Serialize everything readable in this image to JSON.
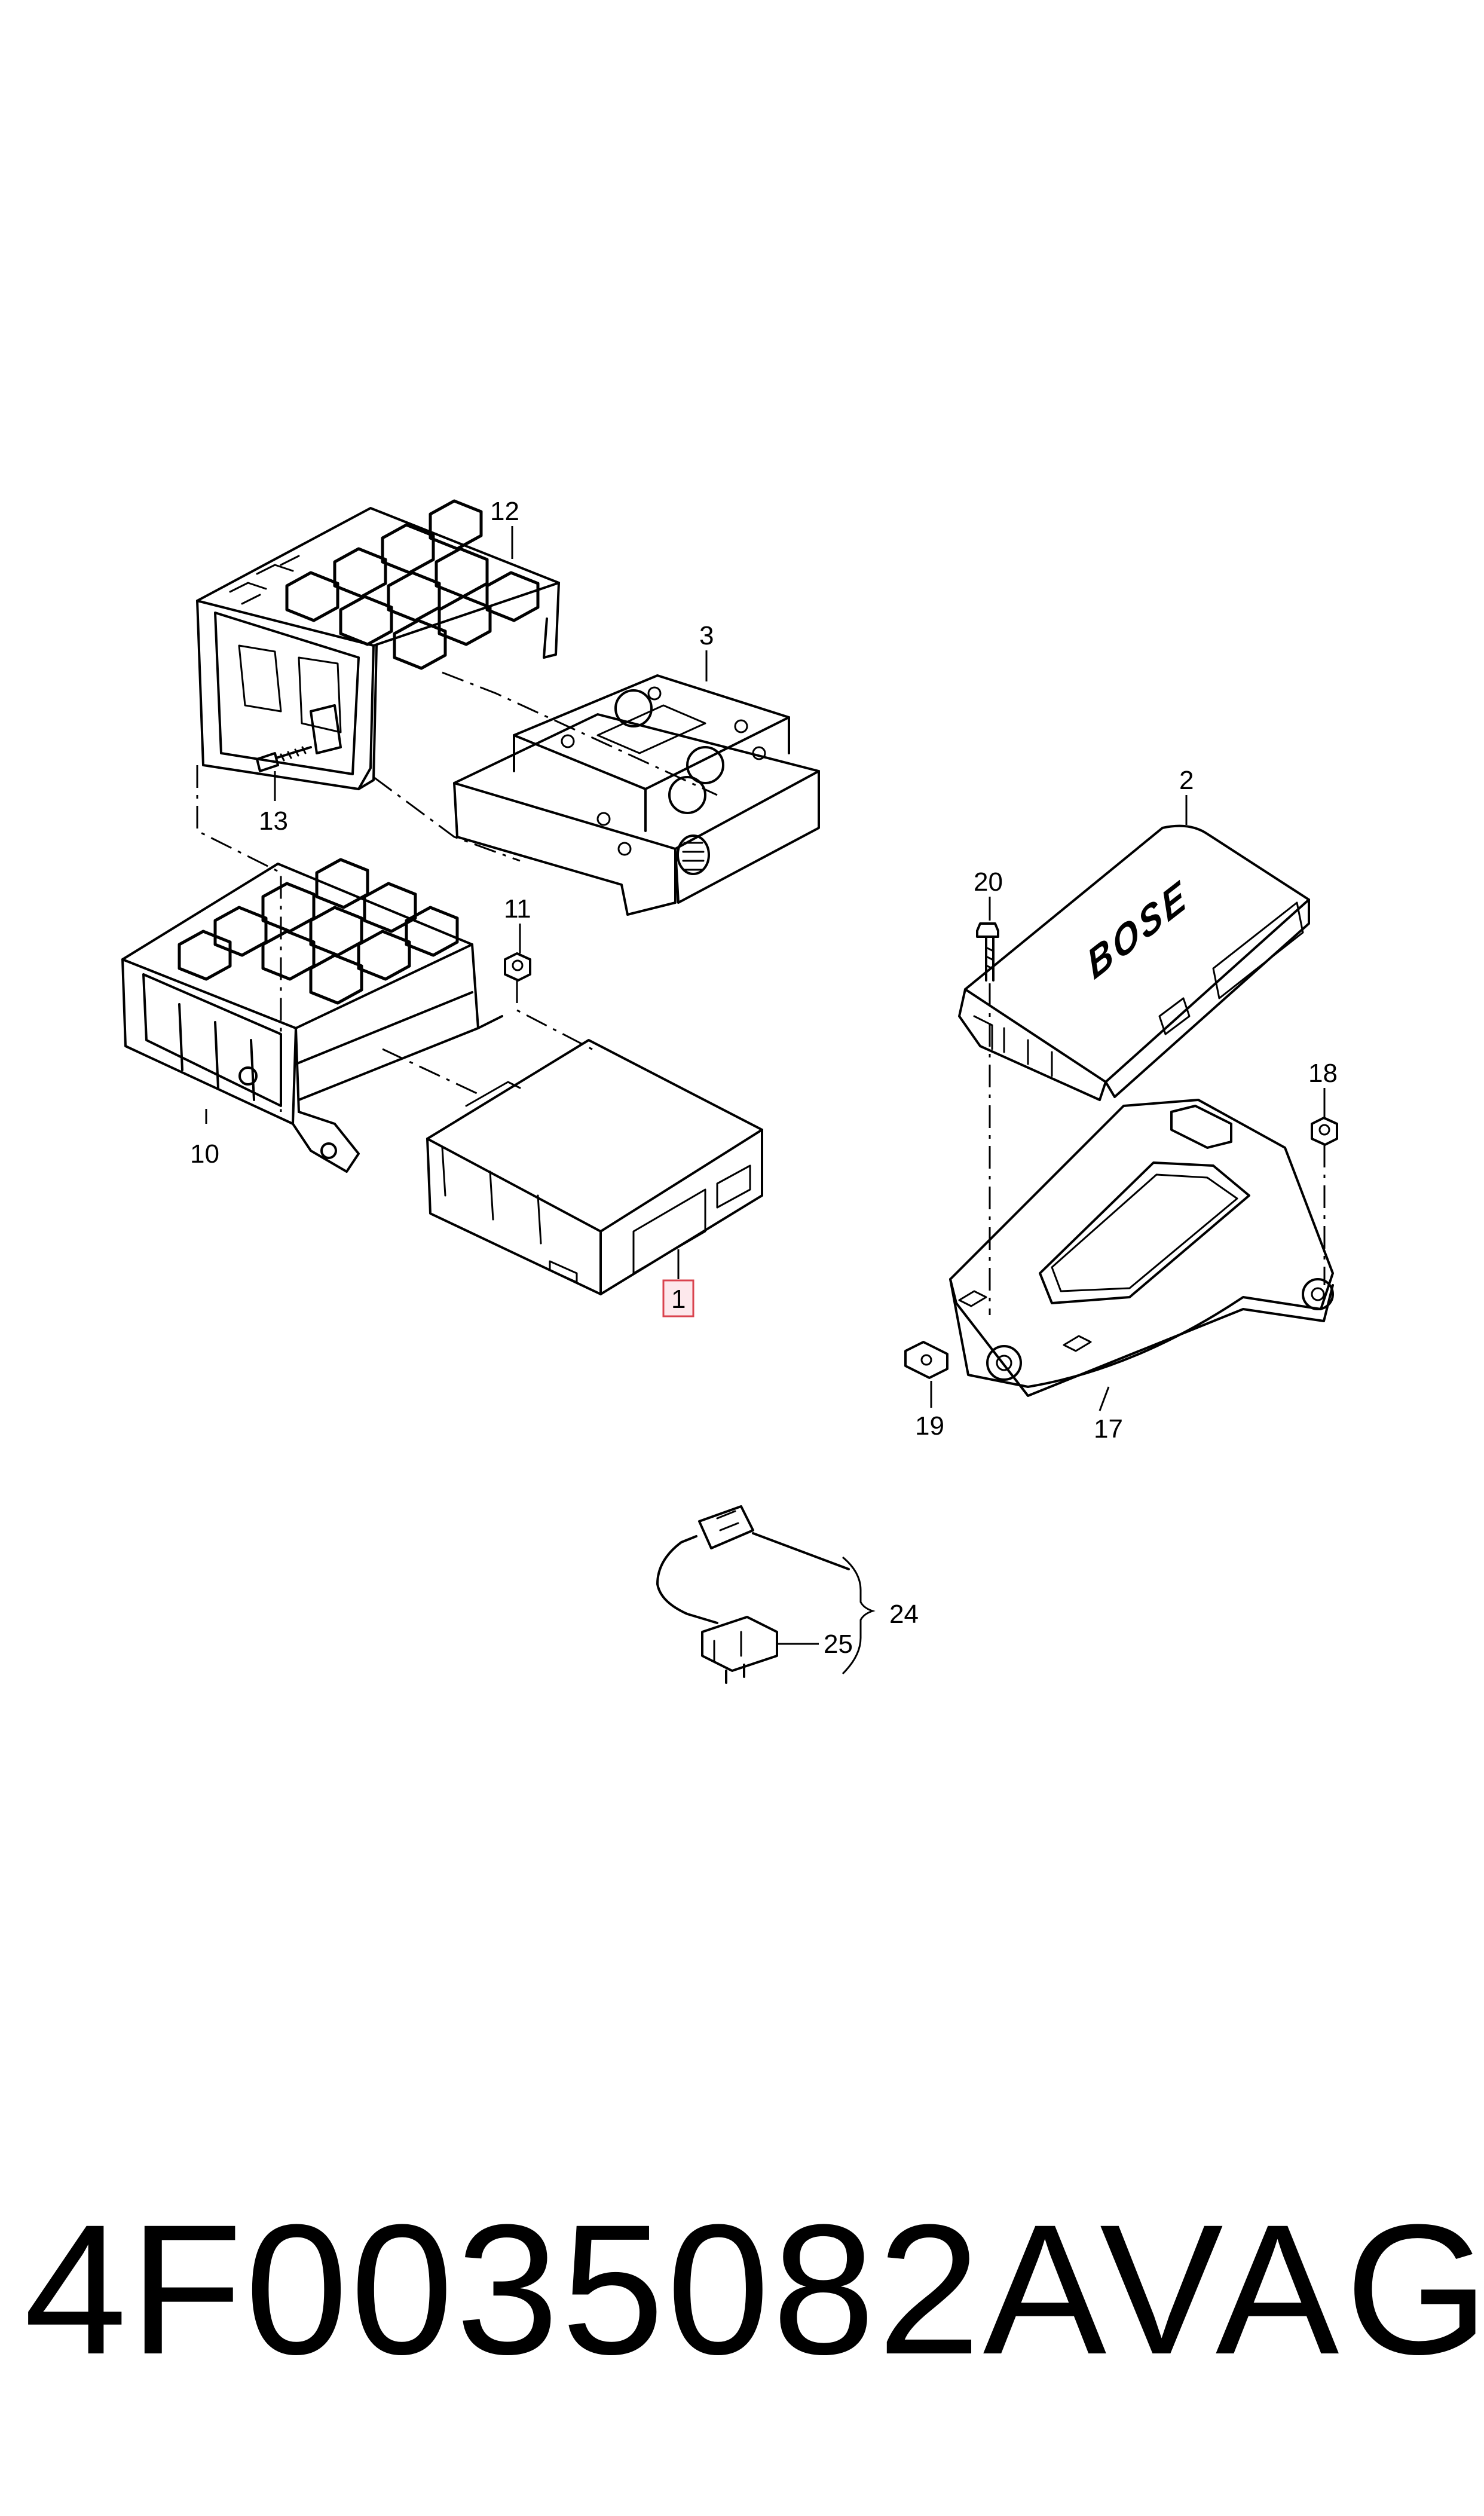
{
  "callouts": {
    "c1": "1",
    "c2": "2",
    "c3": "3",
    "c10": "10",
    "c11": "11",
    "c12": "12",
    "c13": "13",
    "c17": "17",
    "c18": "18",
    "c19": "19",
    "c20": "20",
    "c24": "24",
    "c25": "25"
  },
  "highlighted_callout": "1",
  "logo_text": "BOSE",
  "footer": {
    "part_number": "4F0035082A",
    "brand": "VAG"
  },
  "colors": {
    "line": "#000000",
    "highlight_border": "#d9434e",
    "highlight_fill": "#fde8ec",
    "background": "#ffffff"
  }
}
